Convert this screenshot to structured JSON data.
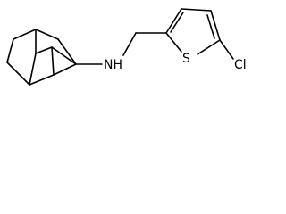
{
  "molecule": {
    "atoms": {
      "nh": "NH",
      "s": "S",
      "cl": "Cl"
    }
  },
  "colors": {
    "bond": "#000000",
    "label": "#000000",
    "background": "#ffffff"
  }
}
